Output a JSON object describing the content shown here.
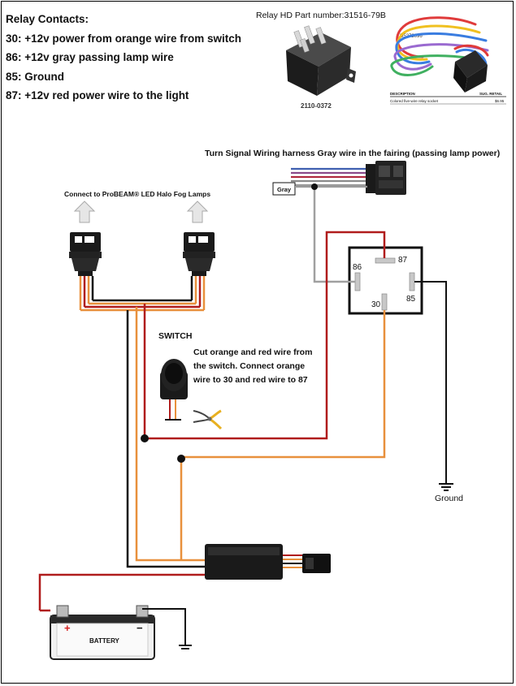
{
  "contacts": {
    "title": "Relay Contacts:",
    "items": [
      "30: +12v power from orange wire from switch",
      "86: +12v gray passing lamp wire",
      "85: Ground",
      "87: +12v red power wire to the light"
    ]
  },
  "relay_part": {
    "label": "Relay HD Part number:31516-79B",
    "relay_code": "2110-0372",
    "socket_code": "D5272096",
    "table_header_desc": "DESCRIPTION",
    "table_header_price": "SUG. RETAIL",
    "table_row_desc": "Colored five-wire relay socket",
    "table_row_price": "$6.95"
  },
  "harness_label": "Turn Signal Wiring harness Gray wire in the fairing  (passing lamp power)",
  "gray_tag": "Gray",
  "fog_label": "Connect to ProBEAM® LED Halo Fog Lamps",
  "switch_label": "SWITCH",
  "instructions": [
    "Cut orange and red wire from",
    "the switch. Connect orange",
    "wire to 30 and red wire to 87"
  ],
  "relay_pins": {
    "p87": "87",
    "p86": "86",
    "p85": "85",
    "p30": "30"
  },
  "ground_label": "Ground",
  "battery_label": "BATTERY",
  "battery_plus": "+",
  "battery_minus": "−",
  "colors": {
    "red_wire": "#b01c1c",
    "orange_wire": "#e8903c",
    "gray_wire": "#a0a0a0",
    "black_wire": "#111111",
    "arrow_fill": "#e6e6e6"
  }
}
